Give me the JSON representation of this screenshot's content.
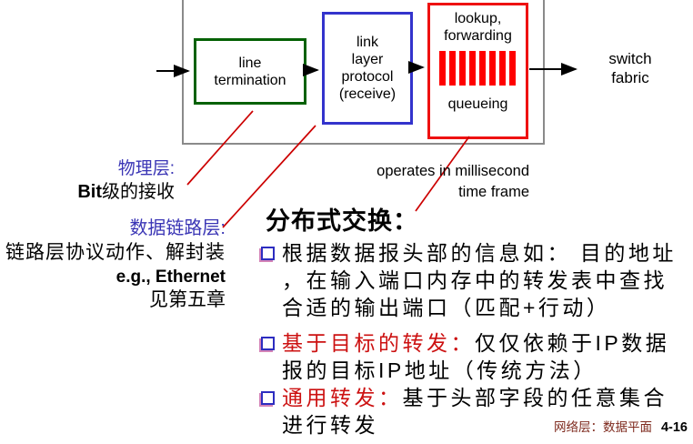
{
  "diagram": {
    "line_termination": "line\ntermination",
    "link_layer_protocol": "link\nlayer\nprotocol\n(receive)",
    "lookup_forwarding": "lookup,\nforwarding",
    "queueing": "queueing",
    "switch_fabric": "switch\nfabric",
    "timing_note": "operates in millisecond\ntime frame"
  },
  "annotations": {
    "physical": {
      "title": "物理层:",
      "desc_en": "Bit",
      "desc_cn": "级的接收"
    },
    "datalink": {
      "title": "数据链路层:",
      "desc": "链路层协议动作、解封装",
      "example": "e.g., Ethernet",
      "ref": "见第五章"
    }
  },
  "content": {
    "heading": "分布式交换：",
    "bullets": [
      {
        "lead": "",
        "text": "根据数据报头部的信息如： 目的地址\n，在输入端口内存中的转发表中查找\n合适的输出端口（匹配+行动）"
      },
      {
        "lead": "基于目标的转发：",
        "text": "仅仅依赖于IP数据\n报的目标IP地址（传统方法）"
      },
      {
        "lead": "通用转发：",
        "text": "基于头部字段的任意集合\n进行转发"
      }
    ]
  },
  "footer": {
    "section": "网络层：数据平面",
    "page": "4-16"
  },
  "colors": {
    "frame_gray": "#8a8a8a",
    "box_green": "#046104",
    "box_blue": "#3333cc",
    "box_red": "#ee1111",
    "queue_bars_red": "#ff0000",
    "annotation_line_red": "#cc0000",
    "lead_text_red": "#cc1111",
    "layer_title_blue": "#3a35b5",
    "footer_maroon": "#7e2a1e"
  }
}
